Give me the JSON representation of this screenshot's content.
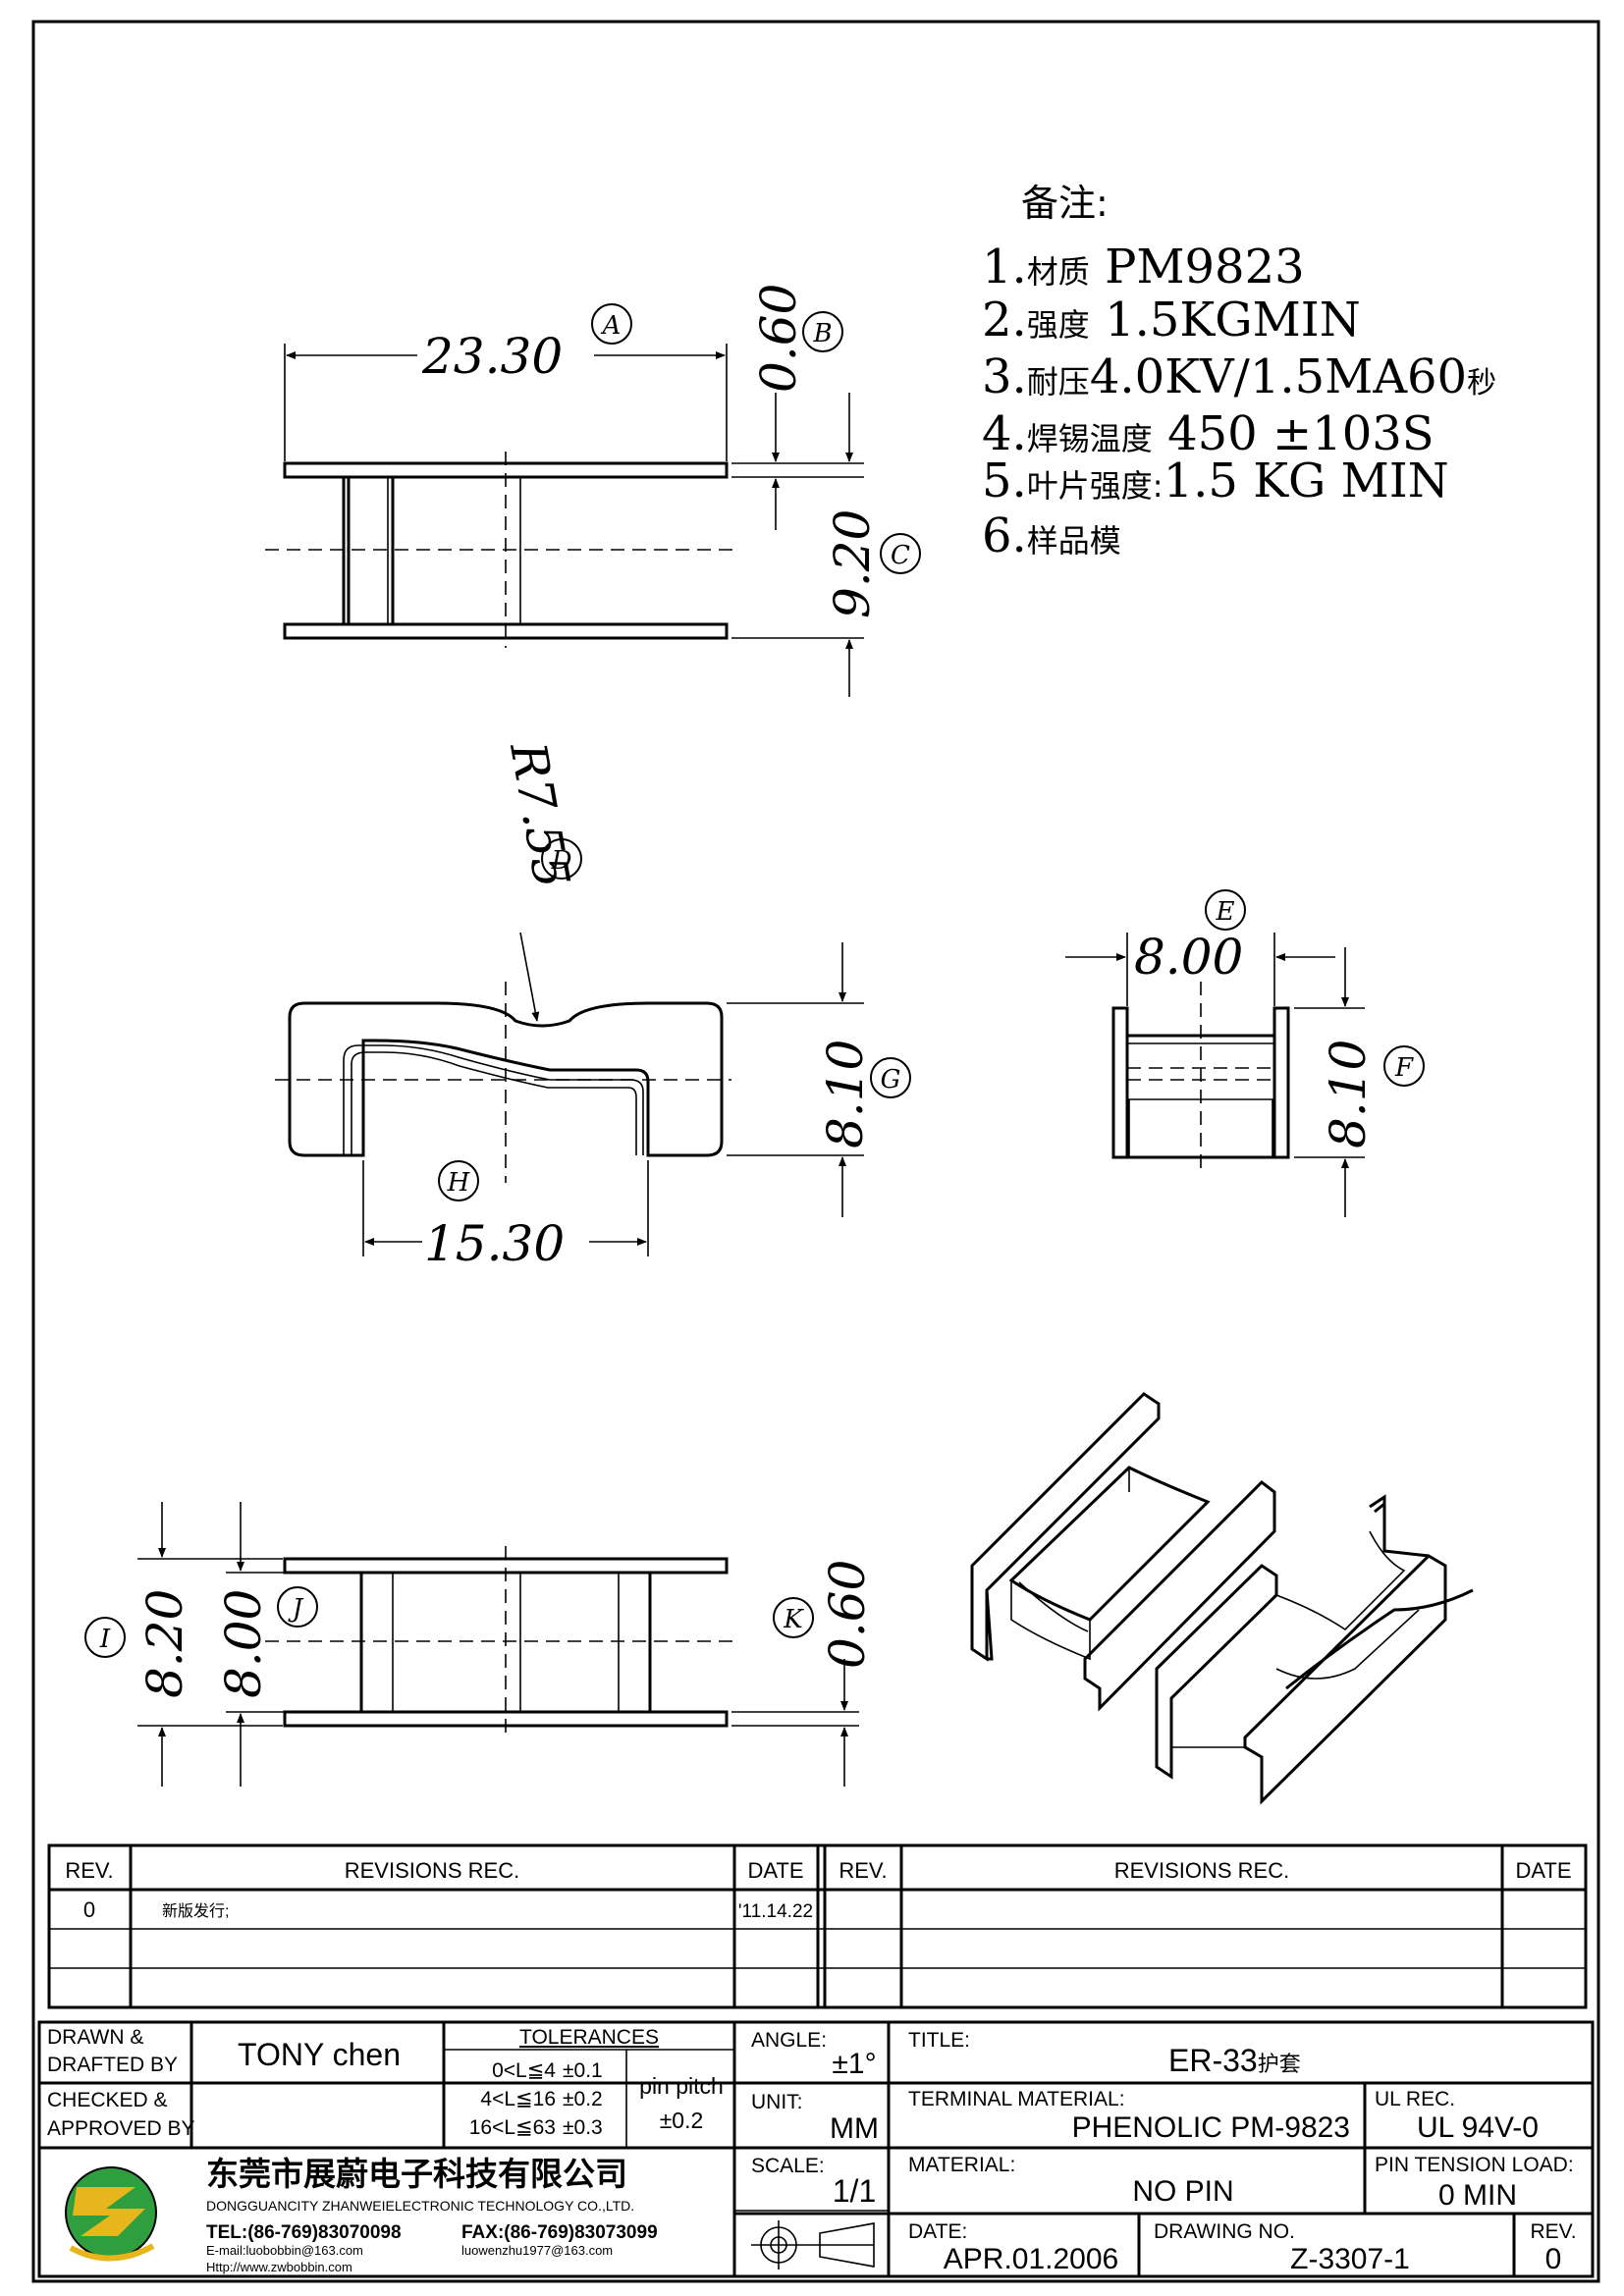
{
  "notes": {
    "heading": "备注:",
    "items": [
      {
        "num": "1.",
        "cn": "材质",
        "value": " PM9823"
      },
      {
        "num": "2.",
        "cn": "强度",
        "value": " 1.5KGMIN"
      },
      {
        "num": "3.",
        "cn": "耐压",
        "value": "4.0KV/1.5MA60",
        "suffix": "秒"
      },
      {
        "num": "4.",
        "cn": "焊锡温度",
        "value": " 450 ±103S"
      },
      {
        "num": "5.",
        "cn": "叶片强度:",
        "value": "1.5 KG MIN"
      },
      {
        "num": "6.",
        "cn": "样品模",
        "value": ""
      }
    ]
  },
  "dimensions": {
    "A": {
      "label": "A",
      "value": "23.30"
    },
    "B": {
      "label": "B",
      "value": "0.60"
    },
    "C": {
      "label": "C",
      "value": "9.20"
    },
    "D": {
      "label": "D",
      "value": "R7.55"
    },
    "E": {
      "label": "E",
      "value": "8.00"
    },
    "F": {
      "label": "F",
      "value": "8.10"
    },
    "G": {
      "label": "G",
      "value": "8.10"
    },
    "H": {
      "label": "H",
      "value": "15.30"
    },
    "I": {
      "label": "I",
      "value": "8.20"
    },
    "J": {
      "label": "J",
      "value": "8.00"
    },
    "K": {
      "label": "K",
      "value": "0.60"
    }
  },
  "revisions": {
    "headers": {
      "rev": "REV.",
      "rec": "REVISIONS   REC.",
      "date": "DATE"
    },
    "left_rows": [
      {
        "rev": "0",
        "rec": "新版发行;",
        "date": "'11.14.22"
      },
      {
        "rev": "",
        "rec": "",
        "date": ""
      },
      {
        "rev": "",
        "rec": "",
        "date": ""
      }
    ],
    "right_rows": [
      {
        "rev": "",
        "rec": "",
        "date": ""
      },
      {
        "rev": "",
        "rec": "",
        "date": ""
      },
      {
        "rev": "",
        "rec": "",
        "date": ""
      }
    ]
  },
  "title_block": {
    "drawn_label_1": "DRAWN &",
    "drawn_label_2": "DRAFTED BY",
    "drawn_value": "TONY  chen",
    "checked_label_1": "CHECKED &",
    "checked_label_2": "APPROVED BY",
    "checked_value": "",
    "tolerances_label": "TOLERANCES",
    "tol_rows": [
      {
        "range": "0<L≦4",
        "tol": "±0.1"
      },
      {
        "range": "4<L≦16",
        "tol": "±0.2"
      },
      {
        "range": "16<L≦63",
        "tol": "±0.3"
      }
    ],
    "pin_pitch_label": "pin  pitch",
    "pin_pitch_value": "±0.2",
    "angle_label": "ANGLE:",
    "angle_value": "±1°",
    "unit_label": "UNIT:",
    "unit_value": "MM",
    "scale_label": "SCALE:",
    "scale_value": "1/1",
    "title_label": "TITLE:",
    "title_value": "ER-33",
    "title_suffix": "护套",
    "terminal_material_label": "TERMINAL  MATERIAL:",
    "terminal_material_value": "PHENOLIC  PM-9823",
    "ul_rec_label": "UL REC.",
    "ul_rec_value": "UL  94V-0",
    "material_label": "MATERIAL:",
    "material_value": "NO  PIN",
    "pin_tension_label": "PIN  TENSION  LOAD:",
    "pin_tension_value": "0  MIN",
    "date_label": "DATE:",
    "date_value": "APR.01.2006",
    "drawing_no_label": "DRAWING  NO.",
    "drawing_no_value": "Z-3307-1",
    "rev_label": "REV.",
    "rev_value": "0"
  },
  "company": {
    "name_cn": "东莞市展蔚电子科技有限公司",
    "name_en": "DONGGUANCITY  ZHANWEIELECTRONIC  TECHNOLOGY  CO.,LTD.",
    "tel": "TEL:(86-769)83070098",
    "fax": "FAX:(86-769)83073099",
    "email1": "E-mail:luobobbin@163.com",
    "email2": "luowenzhu1977@163.com",
    "http": "Http://www.zwbobbin.com",
    "logo_colors": {
      "green": "#2e9e3e",
      "yellow": "#e7b61d"
    }
  }
}
